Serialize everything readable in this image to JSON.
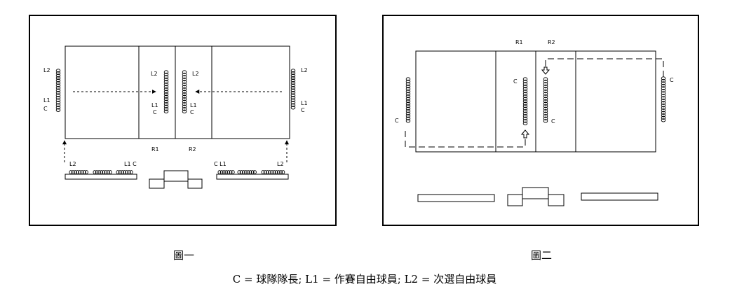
{
  "figures": [
    {
      "caption": "圖一",
      "labels": {
        "left_l2": "L2",
        "left_l1": "L1",
        "left_c": "C",
        "mid_left_l2": "L2",
        "mid_left_l1": "L1",
        "mid_left_c": "C",
        "mid_right_l2": "L2",
        "mid_right_l1": "L1",
        "mid_right_c": "C",
        "right_l2": "L2",
        "right_l1": "L1",
        "right_c": "C",
        "r1": "R1",
        "r2": "R2",
        "bench_left_l2": "L2",
        "bench_left_l1c": "L1 C",
        "bench_right_cl1": "C L1",
        "bench_right_l2": "L2"
      }
    },
    {
      "caption": "圖二",
      "labels": {
        "r1": "R1",
        "r2": "R2",
        "left_c": "C",
        "mid_left_c": "C",
        "mid_right_c": "C",
        "right_c": "C"
      }
    }
  ],
  "legend": "C = 球隊隊長; L1 = 作賽自由球員; L2 = 次選自由球員"
}
